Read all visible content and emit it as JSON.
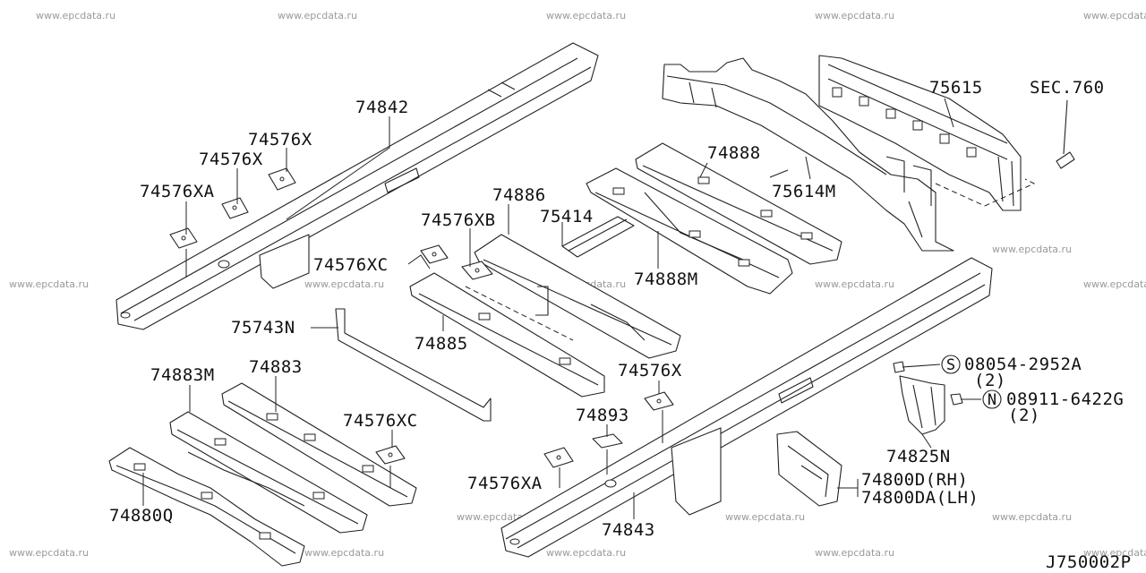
{
  "watermark": "www.epcdata.ru",
  "drawing_code": "J750002P",
  "labels": {
    "p74842": "74842",
    "p74576x_1": "74576X",
    "p74576x_2": "74576X",
    "p74576xa_1": "74576XA",
    "p74886": "74886",
    "p74576xb": "74576XB",
    "p75414": "75414",
    "p74576xc_1": "74576XC",
    "p74888": "74888",
    "p74888m": "74888M",
    "p75614m": "75614M",
    "p75615": "75615",
    "sec760": "SEC.760",
    "p75743n": "75743N",
    "p74885": "74885",
    "p74576x_3": "74576X",
    "p74883m": "74883M",
    "p74883": "74883",
    "p74576xc_2": "74576XC",
    "p74893": "74893",
    "p74576xa_2": "74576XA",
    "p74880q": "74880Q",
    "p74843": "74843",
    "bolt_part": "08054-2952A",
    "bolt_qty": "(2)",
    "nut_part": "08911-6422G",
    "nut_qty": "(2)",
    "p74825n": "74825N",
    "p74800d": "74800D(RH)",
    "p74800da": "74800DA(LH)"
  },
  "markers": {
    "bolt_symbol": "S",
    "nut_symbol": "N"
  }
}
